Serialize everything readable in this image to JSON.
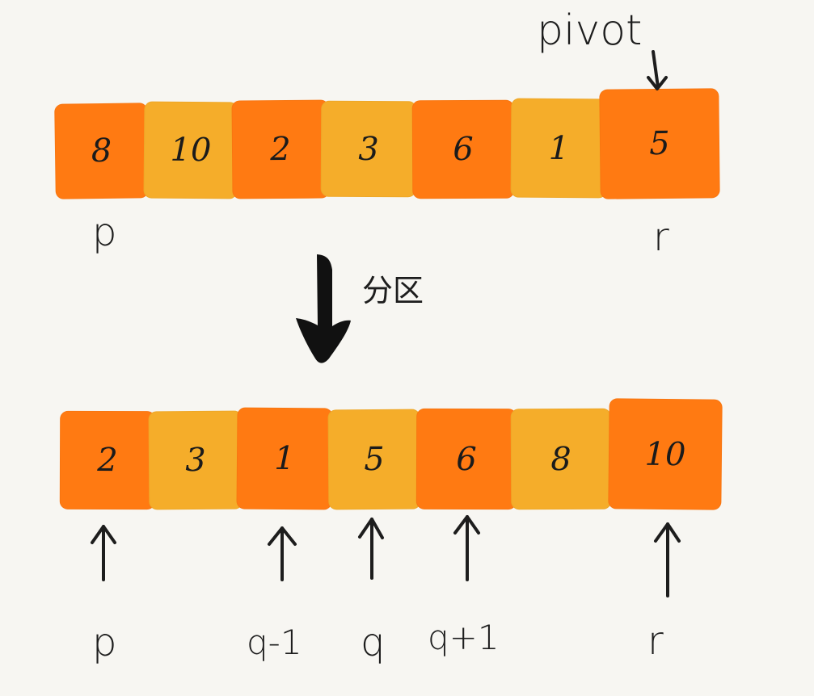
{
  "annotations": {
    "pivot": "pivot",
    "partition": "分区"
  },
  "top_row": {
    "cells": [
      {
        "value": "8",
        "color": "#ff7a12"
      },
      {
        "value": "10",
        "color": "#f5ad2a"
      },
      {
        "value": "2",
        "color": "#ff7a12"
      },
      {
        "value": "3",
        "color": "#f5ad2a"
      },
      {
        "value": "6",
        "color": "#ff7a12"
      },
      {
        "value": "1",
        "color": "#f5ad2a"
      },
      {
        "value": "5",
        "color": "#ff7a12"
      }
    ],
    "labels": {
      "p": "p",
      "r": "r"
    }
  },
  "bottom_row": {
    "cells": [
      {
        "value": "2",
        "color": "#ff7a12"
      },
      {
        "value": "3",
        "color": "#f5ad2a"
      },
      {
        "value": "1",
        "color": "#ff7a12"
      },
      {
        "value": "5",
        "color": "#f5ad2a"
      },
      {
        "value": "6",
        "color": "#ff7a12"
      },
      {
        "value": "8",
        "color": "#f5ad2a"
      },
      {
        "value": "10",
        "color": "#ff7a12"
      }
    ],
    "labels": [
      {
        "text": "p",
        "arrow": true
      },
      {
        "text": "q-1",
        "arrow": true
      },
      {
        "text": "q",
        "arrow": true
      },
      {
        "text": "q+1",
        "arrow": true
      },
      {
        "text": "r",
        "arrow": true
      }
    ]
  },
  "colors": {
    "background": "#f7f6f2",
    "orange": "#ff7a12",
    "yellow": "#f5ad2a",
    "ink": "#1d1d1d"
  }
}
